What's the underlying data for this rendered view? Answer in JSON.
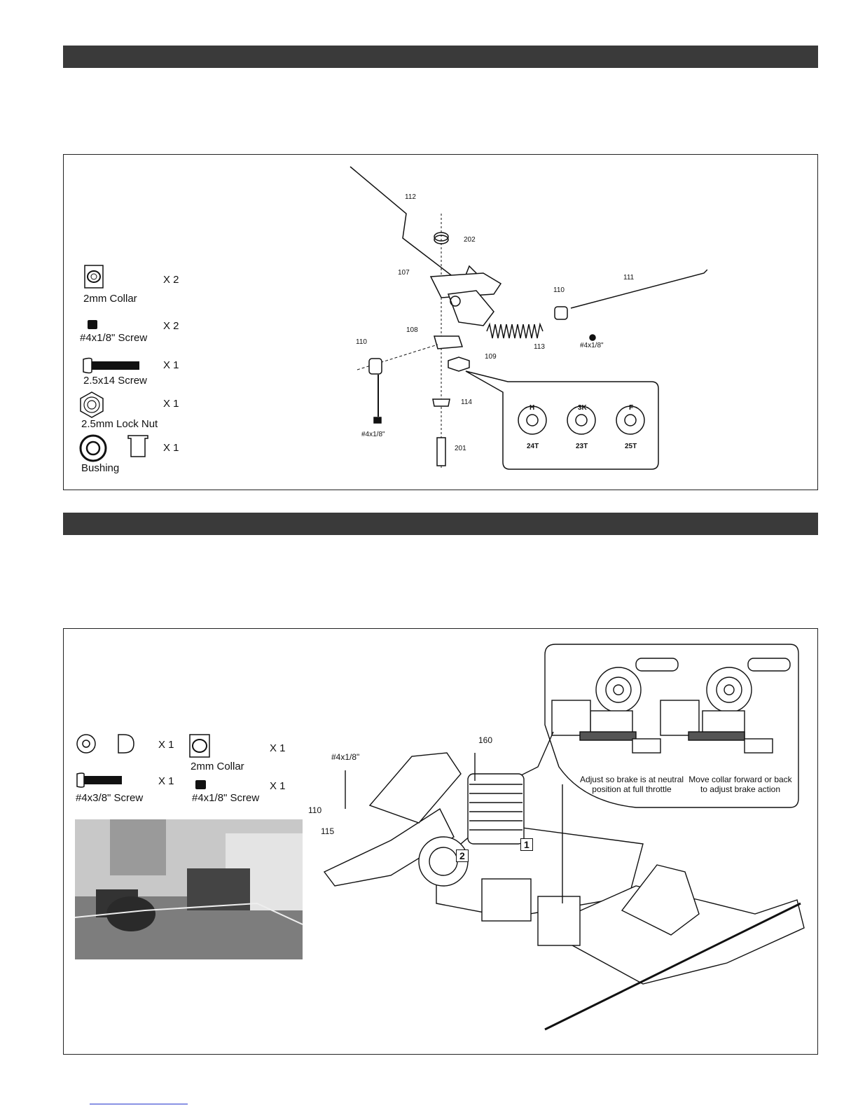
{
  "sections": [
    {
      "parts": [
        {
          "name": "2mm Collar",
          "qty": "X 2",
          "icon": "collar-icon"
        },
        {
          "name": "#4x1/8\" Screw",
          "qty": "X 2",
          "icon": "set-screw-icon"
        },
        {
          "name": "2.5x14 Screw",
          "qty": "X 1",
          "icon": "long-screw-icon"
        },
        {
          "name": "2.5mm Lock Nut",
          "qty": "X 1",
          "icon": "lock-nut-icon"
        },
        {
          "name": "Bushing",
          "qty": "X 1",
          "icon": "bushing-icon"
        }
      ],
      "callouts": {
        "c112": "112",
        "c202": "202",
        "c107": "107",
        "c110a": "110",
        "c111": "111",
        "c108": "108",
        "c113": "113",
        "c110b": "110",
        "c109": "109",
        "c114": "114",
        "c201": "201",
        "screw_a": "#4x1/8\"",
        "screw_b": "#4x1/8\""
      },
      "gears": [
        {
          "letter": "H",
          "teeth": "24T"
        },
        {
          "letter": "3K",
          "teeth": "23T"
        },
        {
          "letter": "F",
          "teeth": "25T"
        }
      ]
    },
    {
      "parts": [
        {
          "qty": "X 1",
          "icon": "washer-icon"
        },
        {
          "name": "2mm Collar",
          "qty": "X 1",
          "icon": "collar-icon"
        },
        {
          "name": "#4x3/8\" Screw",
          "qty": "X 1",
          "icon": "screw-icon"
        },
        {
          "name": "#4x1/8\" Screw",
          "qty": "X 1",
          "icon": "set-screw-icon"
        }
      ],
      "callouts": {
        "c160": "160",
        "screw": "#4x1/8\"",
        "c110": "110",
        "c115": "115",
        "tag1": "1",
        "tag2": "2"
      },
      "captions": {
        "left": "Adjust so brake is at neutral position at full throttle",
        "right": "Move collar forward or back to adjust brake action"
      }
    }
  ]
}
